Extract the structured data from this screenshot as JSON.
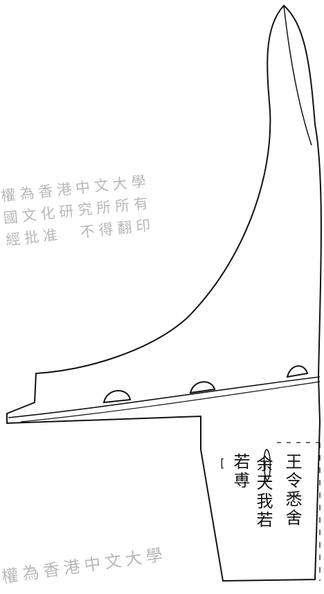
{
  "watermark": {
    "line1": "權為香港中文大學",
    "line2": "國文化研究所所有",
    "line3": "經批准　不得翻印",
    "bottom": "權為香港中文大學"
  },
  "inscription": {
    "right": "王令悉舍",
    "middle": "余天我若",
    "left": "若尃",
    "bracket": "[",
    "colors": {
      "ink": "#111111",
      "watermark": "#b8b8b8"
    }
  }
}
